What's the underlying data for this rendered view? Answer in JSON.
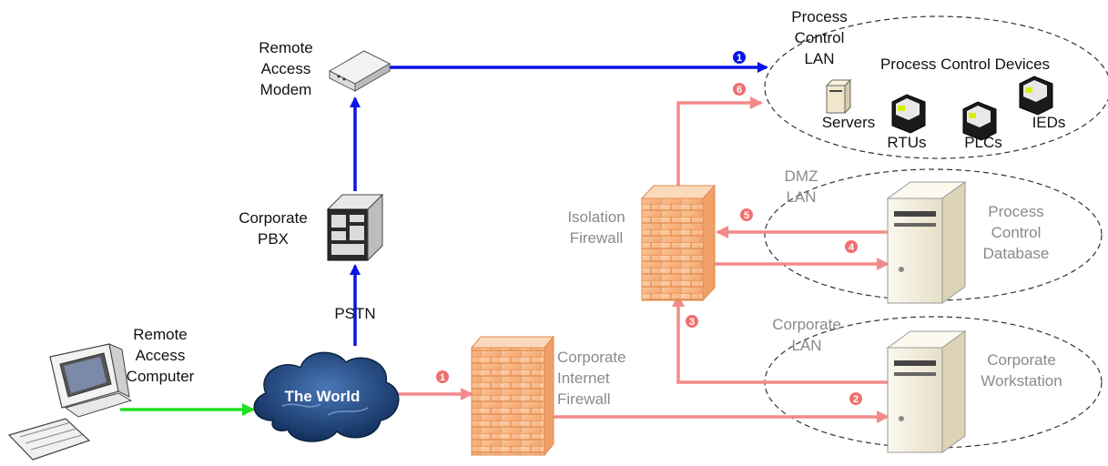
{
  "zones": {
    "process_control_lan": [
      "Process",
      "Control",
      "LAN"
    ],
    "process_control_devices": "Process Control Devices",
    "dmz_lan": [
      "DMZ",
      "LAN"
    ],
    "corporate_lan": [
      "Corporate",
      "LAN"
    ]
  },
  "nodes": {
    "remote_access_modem": [
      "Remote",
      "Access",
      "Modem"
    ],
    "corporate_pbx": [
      "Corporate",
      "PBX"
    ],
    "pstn": "PSTN",
    "remote_access_computer": [
      "Remote",
      "Access",
      "Computer"
    ],
    "the_world": "The World",
    "corporate_internet_firewall": [
      "Corporate",
      "Internet",
      "Firewall"
    ],
    "isolation_firewall": [
      "Isolation",
      "Firewall"
    ],
    "process_control_database": [
      "Process",
      "Control",
      "Database"
    ],
    "corporate_workstation": [
      "Corporate",
      "Workstation"
    ],
    "servers": "Servers",
    "rtus": "RTUs",
    "plcs": "PLCs",
    "ieds": "IEDs"
  },
  "steps": {
    "blue_1": "1",
    "red_1": "1",
    "red_2": "2",
    "red_3": "3",
    "red_4": "4",
    "red_5": "5",
    "red_6": "6"
  },
  "colors": {
    "blue_path": "#0a14e6",
    "red_path": "#f58a8a",
    "green_link": "#22e022",
    "blue_badge": "#0a14e6",
    "red_badge": "#f07070",
    "firewall": "#f9b785"
  }
}
